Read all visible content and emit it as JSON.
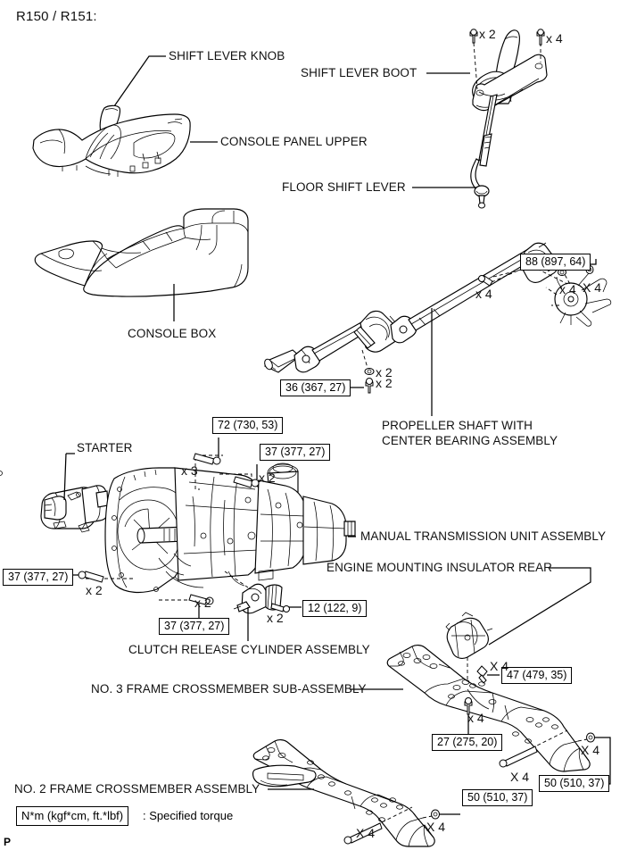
{
  "page": {
    "title": "R150 / R151:",
    "corner_mark": "P"
  },
  "labels": [
    {
      "id": "shift-lever-knob",
      "text": "SHIFT LEVER KNOB"
    },
    {
      "id": "shift-lever-boot",
      "text": "SHIFT LEVER BOOT"
    },
    {
      "id": "console-panel-upper",
      "text": "CONSOLE PANEL UPPER"
    },
    {
      "id": "floor-shift-lever",
      "text": "FLOOR SHIFT LEVER"
    },
    {
      "id": "console-box",
      "text": "CONSOLE BOX"
    },
    {
      "id": "propeller-shaft-line1",
      "text": "PROPELLER SHAFT WITH"
    },
    {
      "id": "propeller-shaft-line2",
      "text": "CENTER BEARING ASSEMBLY"
    },
    {
      "id": "starter",
      "text": "STARTER"
    },
    {
      "id": "manual-transmission",
      "text": "MANUAL TRANSMISSION UNIT ASSEMBLY"
    },
    {
      "id": "engine-mounting-insulator",
      "text": "ENGINE MOUNTING INSULATOR REAR"
    },
    {
      "id": "clutch-release-cylinder",
      "text": "CLUTCH RELEASE CYLINDER ASSEMBLY"
    },
    {
      "id": "no3-frame-crossmember",
      "text": "NO. 3 FRAME CROSSMEMBER SUB-ASSEMBLY"
    },
    {
      "id": "no2-frame-crossmember",
      "text": "NO. 2 FRAME CROSSMEMBER ASSEMBLY"
    }
  ],
  "torque_specs": [
    {
      "id": "tq-88",
      "text": "88 (897, 64)"
    },
    {
      "id": "tq-36",
      "text": "36 (367, 27)"
    },
    {
      "id": "tq-72",
      "text": "72 (730, 53)"
    },
    {
      "id": "tq-37-upper",
      "text": "37 (377, 27)"
    },
    {
      "id": "tq-37-left",
      "text": "37 (377, 27)"
    },
    {
      "id": "tq-37-lower",
      "text": "37 (377, 27)"
    },
    {
      "id": "tq-12",
      "text": "12 (122, 9)"
    },
    {
      "id": "tq-47",
      "text": "47 (479, 35)"
    },
    {
      "id": "tq-27",
      "text": "27 (275, 20)"
    },
    {
      "id": "tq-50-right",
      "text": "50 (510, 37)"
    },
    {
      "id": "tq-50-lower",
      "text": "50 (510, 37)"
    }
  ],
  "quantity_marks": [
    {
      "id": "qty-boot-left",
      "text": "x 2"
    },
    {
      "id": "qty-boot-right",
      "text": "x 4"
    },
    {
      "id": "qty-prop-flange-a",
      "text": "x 4"
    },
    {
      "id": "qty-prop-flange-b",
      "text": "x 4"
    },
    {
      "id": "qty-prop-flange-c",
      "text": "X 4"
    },
    {
      "id": "qty-prop-center-a",
      "text": "x 2"
    },
    {
      "id": "qty-prop-center-b",
      "text": "x 2"
    },
    {
      "id": "qty-starter-x3",
      "text": "x 3"
    },
    {
      "id": "qty-trans-upper",
      "text": "x 2"
    },
    {
      "id": "qty-trans-left",
      "text": "x 2"
    },
    {
      "id": "qty-trans-lower",
      "text": "x 2"
    },
    {
      "id": "qty-clutch",
      "text": "x 2"
    },
    {
      "id": "qty-insulator",
      "text": "X 4"
    },
    {
      "id": "qty-no3-center",
      "text": "x 4"
    },
    {
      "id": "qty-no3-right",
      "text": "X 4"
    },
    {
      "id": "qty-no3-bolt",
      "text": "X 4"
    },
    {
      "id": "qty-no2-right",
      "text": "X 4"
    },
    {
      "id": "qty-no2-bolt",
      "text": "X 4"
    }
  ],
  "legend": {
    "box_text": "N*m (kgf*cm, ft.*lbf)",
    "tail_text": ": Specified torque"
  },
  "colors": {
    "line": "#000000",
    "background": "#ffffff",
    "shade": "#e9e9e9"
  }
}
